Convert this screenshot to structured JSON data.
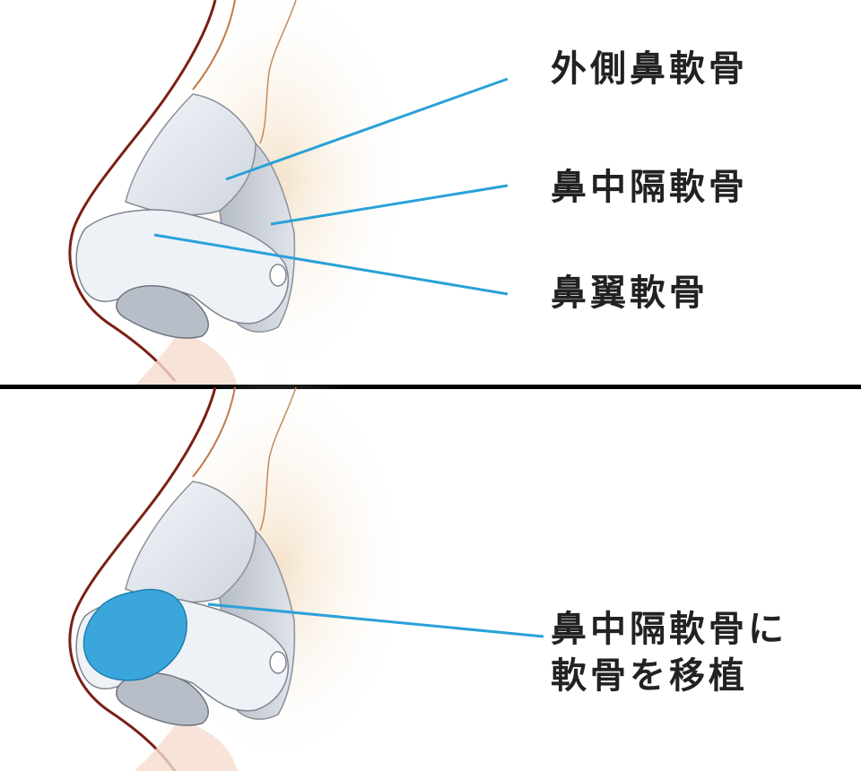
{
  "labels": {
    "upper_lateral_cartilage": "外側鼻軟骨",
    "septal_cartilage": "鼻中隔軟骨",
    "alar_cartilage": "鼻翼軟骨",
    "graft_line1": "鼻中隔軟骨に",
    "graft_line2": "軟骨を移植"
  },
  "colors": {
    "leader_line": "#2aa1d8",
    "graft_highlight": "#3aa6dc",
    "divider": "#000000",
    "skin_outline": "#7a1f14",
    "bone": "#f1dcc2",
    "cartilage": "#e3e7ee"
  }
}
